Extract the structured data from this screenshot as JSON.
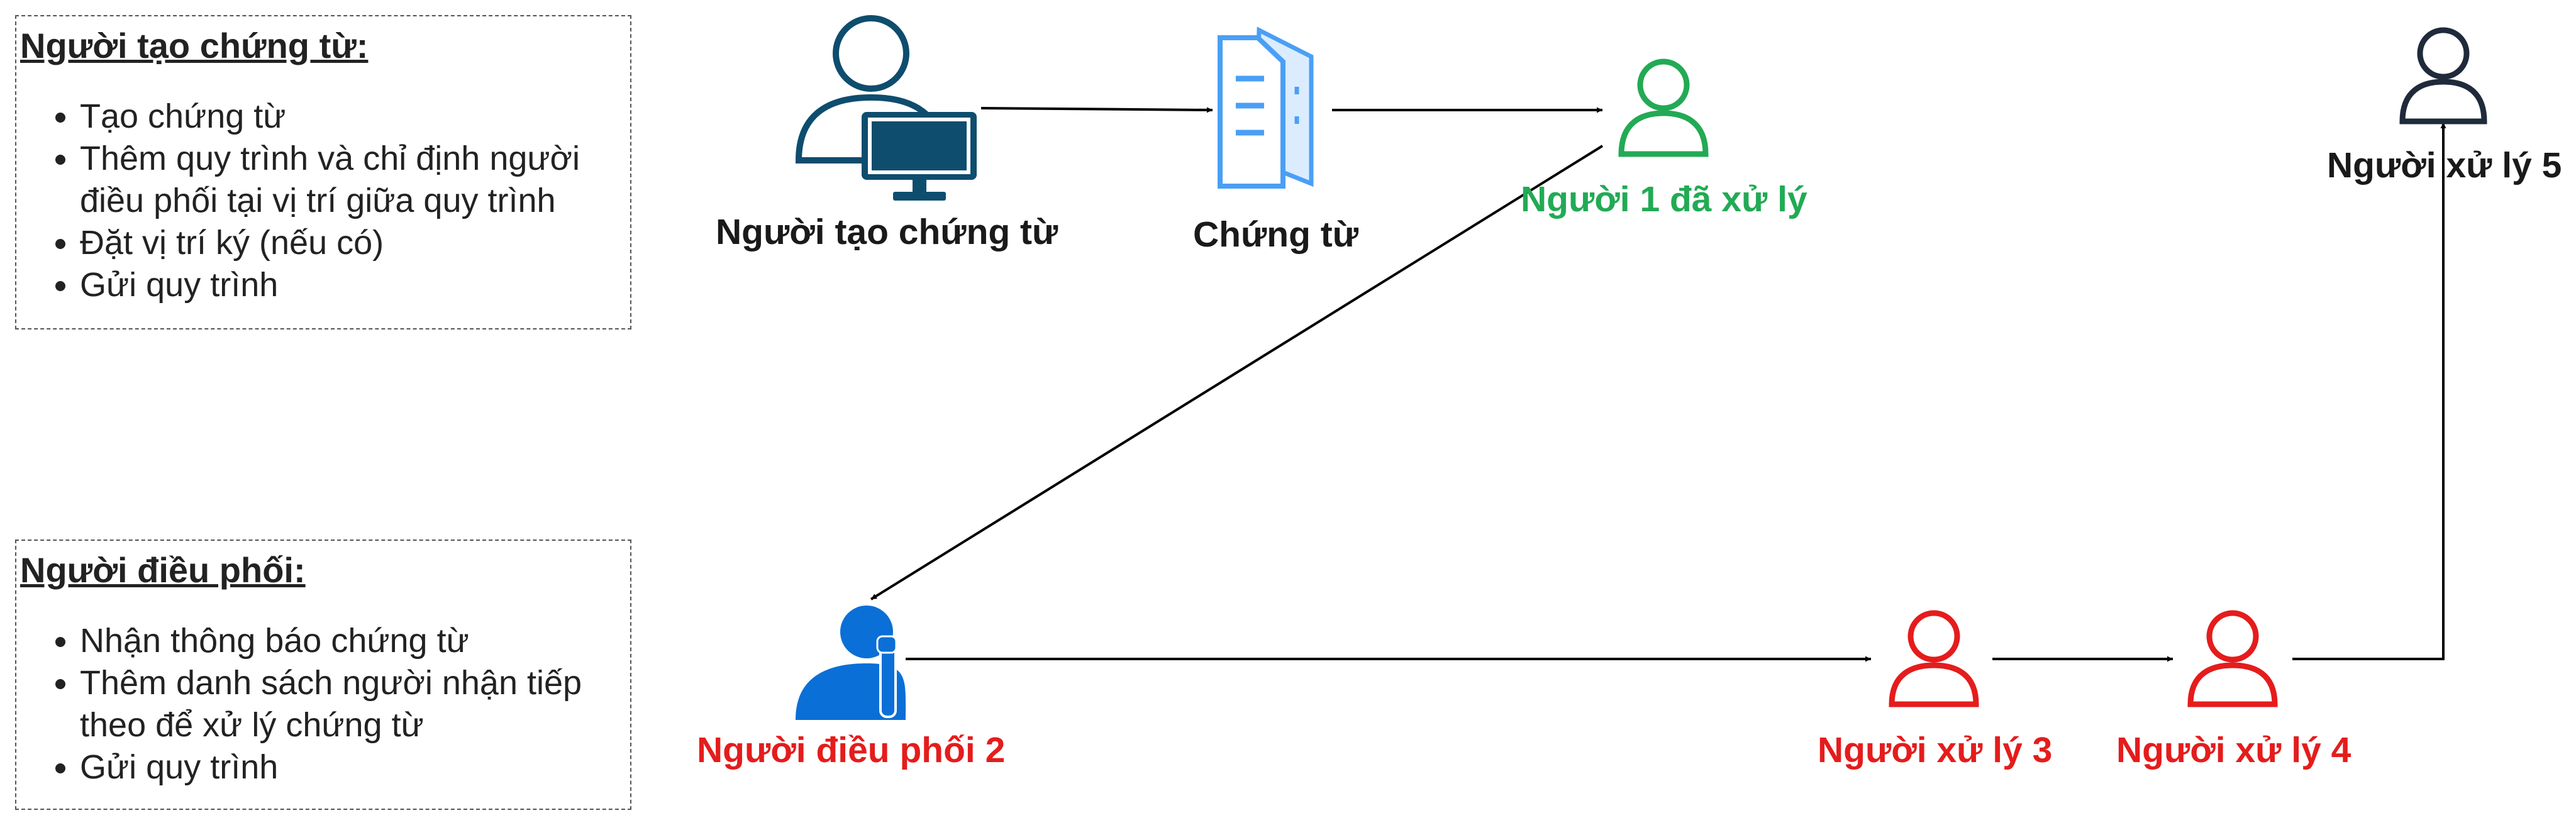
{
  "notes": {
    "creator": {
      "title": "Người tạo chứng từ:",
      "items": [
        "Tạo chứng từ",
        "Thêm quy trình và chỉ định người điều phối tại vị trí giữa quy trình",
        "Đặt vị trí ký (nếu có)",
        "Gửi quy trình"
      ]
    },
    "coordinator": {
      "title": "Người điều phối:",
      "items": [
        "Nhận thông báo chứng từ",
        "Thêm danh sách người nhận tiếp theo để xử lý chứng từ",
        "Gửi quy trình"
      ]
    }
  },
  "nodes": {
    "creator": {
      "label": "Người tạo chứng từ",
      "color": "#1a1a1a",
      "icon": "user-computer-icon"
    },
    "document": {
      "label": "Chứng từ",
      "color": "#1a1a1a",
      "icon": "document-icon"
    },
    "processor1": {
      "label": "Người 1 đã xử lý",
      "color": "#22aa55",
      "icon": "user-icon"
    },
    "processor5": {
      "label": "Người xử lý 5",
      "color": "#1a1a1a",
      "icon": "user-icon"
    },
    "coordinator": {
      "label": "Người điều phối 2",
      "color": "#e51c1c",
      "icon": "user-phone-icon"
    },
    "processor3": {
      "label": "Người xử lý 3",
      "color": "#e51c1c",
      "icon": "user-icon"
    },
    "processor4": {
      "label": "Người xử lý 4",
      "color": "#e51c1c",
      "icon": "user-icon"
    }
  },
  "colors": {
    "creator_icon": "#0e4d6e",
    "document_icon": "#4a9ff5",
    "processor1_icon": "#22aa55",
    "processor5_icon": "#1f2a3a",
    "coordinator_icon": "#0a6fd6",
    "processor_red_icon": "#e51c1c"
  }
}
